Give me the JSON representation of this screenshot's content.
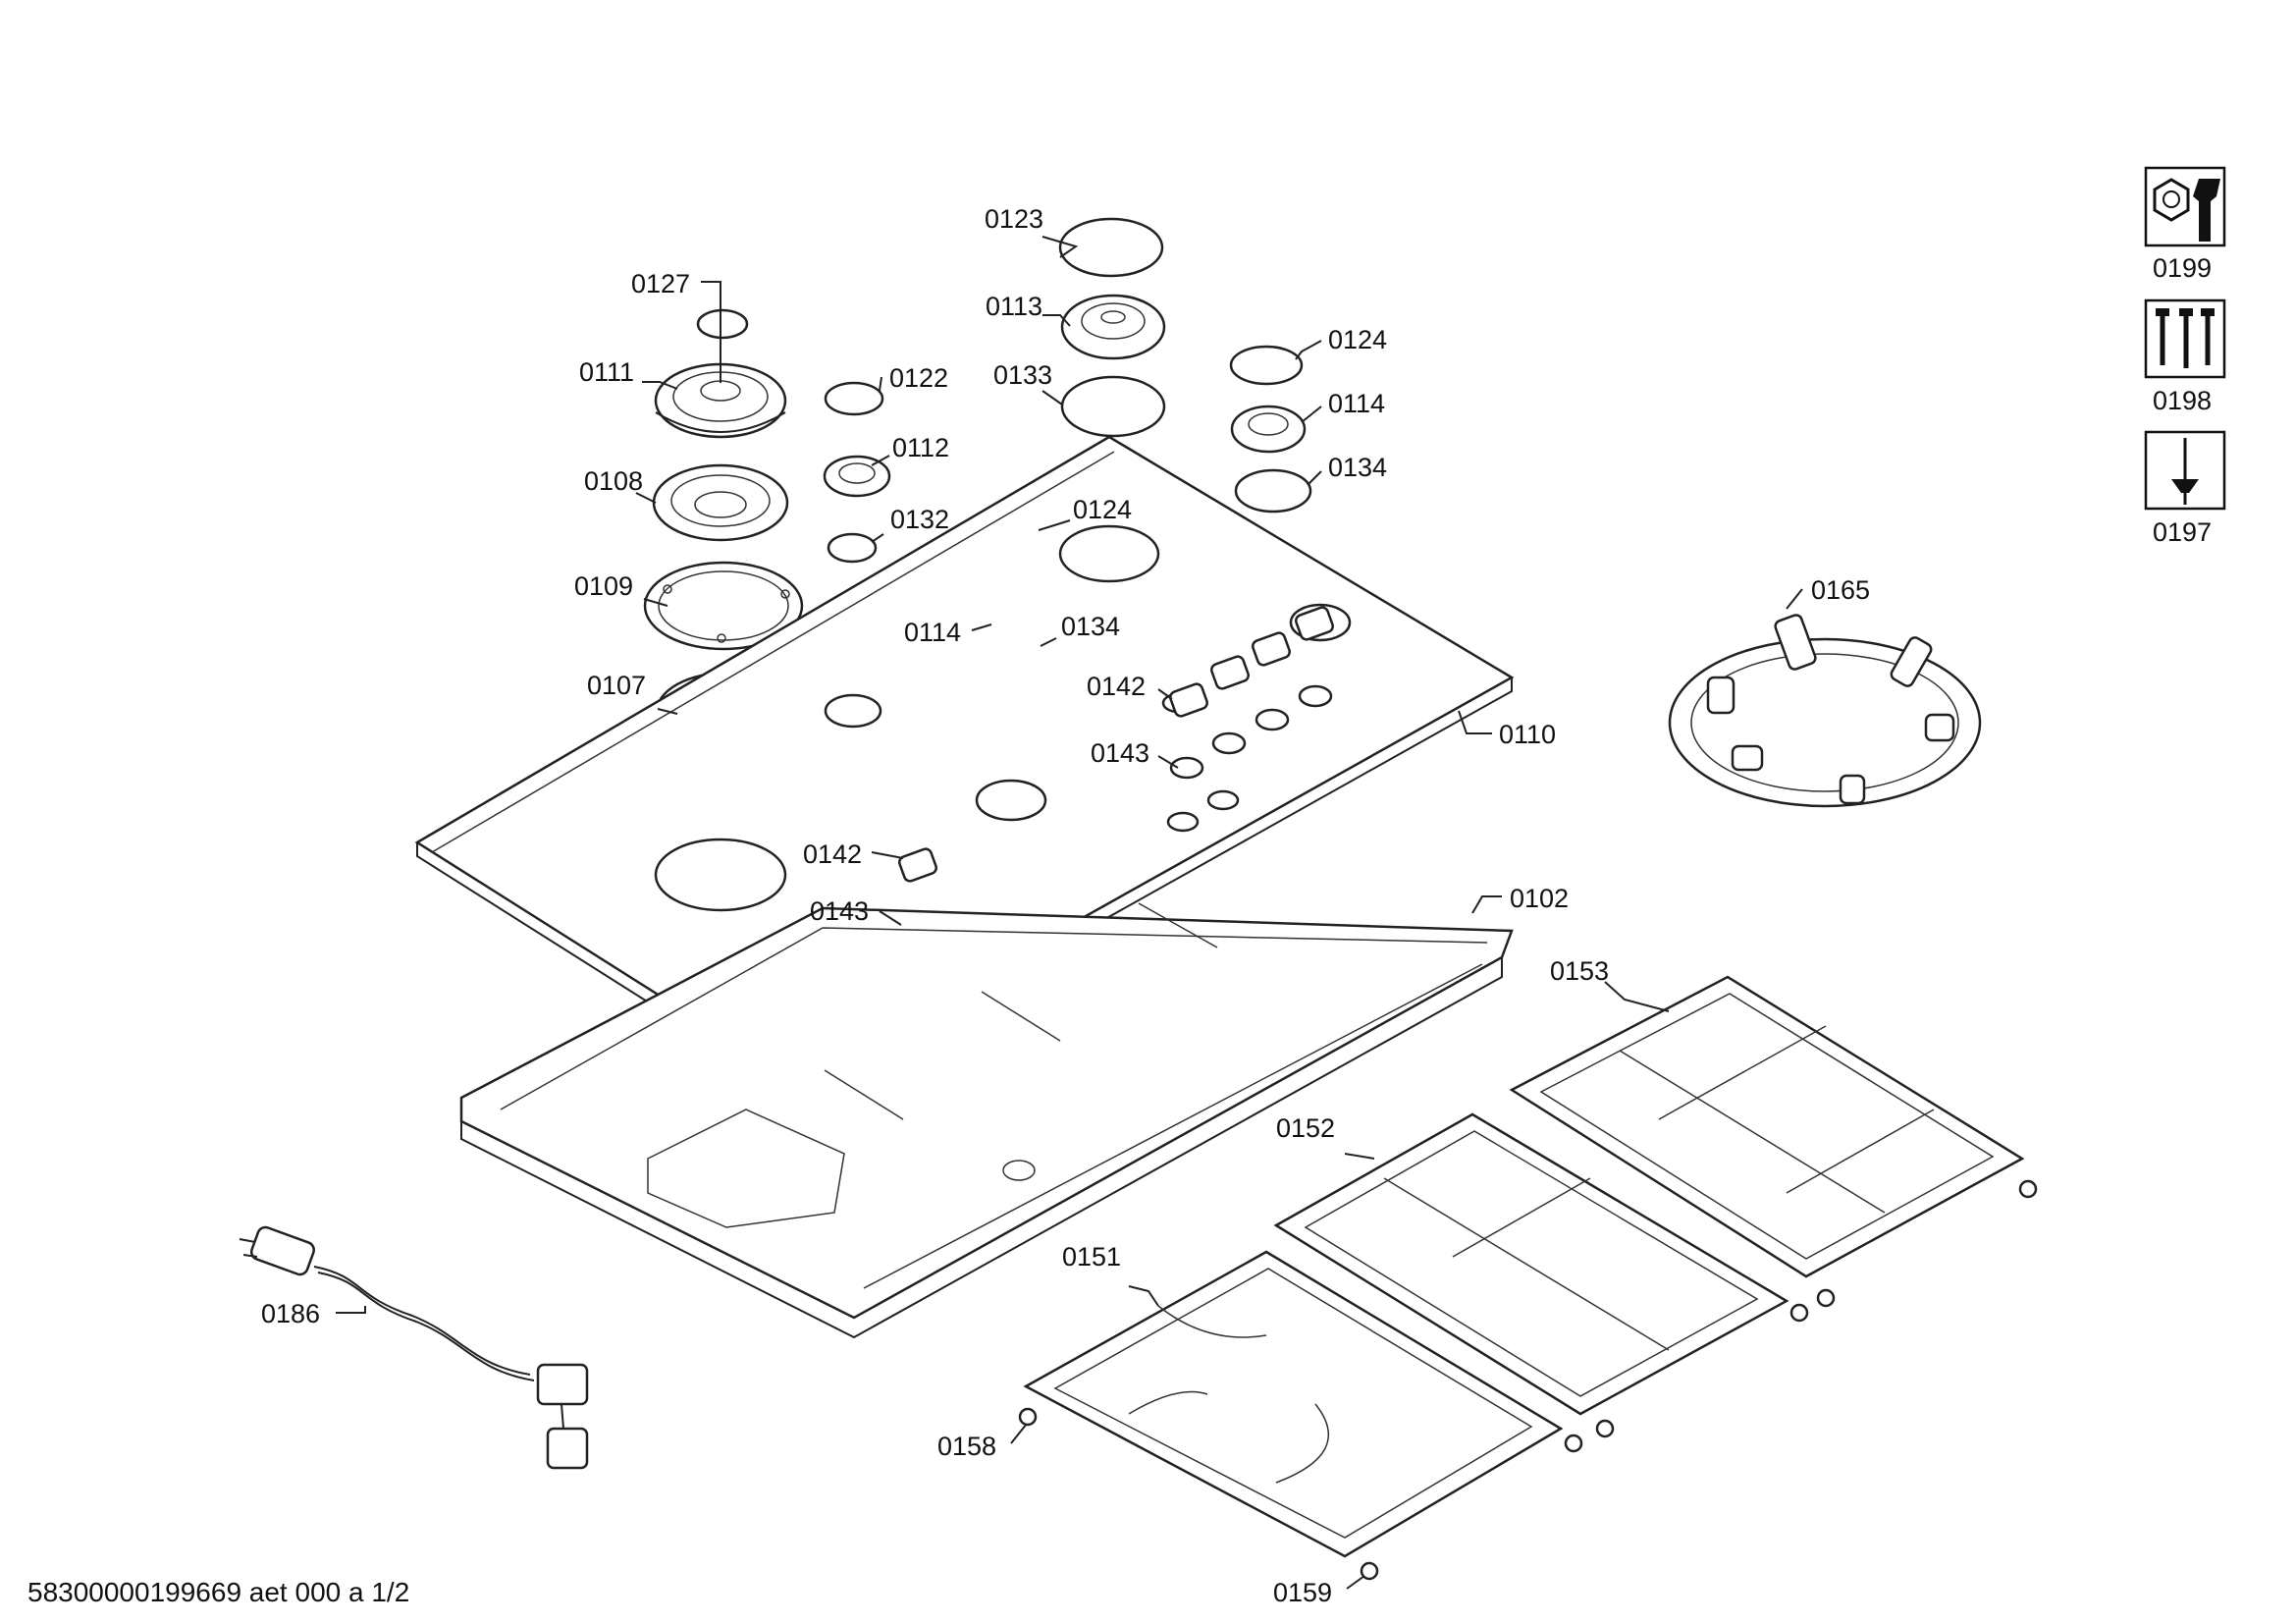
{
  "callouts": [
    {
      "id": "p0123",
      "label": "0123"
    },
    {
      "id": "p0127",
      "label": "0127"
    },
    {
      "id": "p0113",
      "label": "0113"
    },
    {
      "id": "p0124a",
      "label": "0124"
    },
    {
      "id": "p0111",
      "label": "0111"
    },
    {
      "id": "p0122",
      "label": "0122"
    },
    {
      "id": "p0133",
      "label": "0133"
    },
    {
      "id": "p0114a",
      "label": "0114"
    },
    {
      "id": "p0112",
      "label": "0112"
    },
    {
      "id": "p0108",
      "label": "0108"
    },
    {
      "id": "p0134a",
      "label": "0134"
    },
    {
      "id": "p0132",
      "label": "0132"
    },
    {
      "id": "p0124b",
      "label": "0124"
    },
    {
      "id": "p0109",
      "label": "0109"
    },
    {
      "id": "p0114b",
      "label": "0114"
    },
    {
      "id": "p0134b",
      "label": "0134"
    },
    {
      "id": "p0165",
      "label": "0165"
    },
    {
      "id": "p0107",
      "label": "0107"
    },
    {
      "id": "p0142a",
      "label": "0142"
    },
    {
      "id": "p0110",
      "label": "0110"
    },
    {
      "id": "p0143a",
      "label": "0143"
    },
    {
      "id": "p0142b",
      "label": "0142"
    },
    {
      "id": "p0143b",
      "label": "0143"
    },
    {
      "id": "p0102",
      "label": "0102"
    },
    {
      "id": "p0153",
      "label": "0153"
    },
    {
      "id": "p0152",
      "label": "0152"
    },
    {
      "id": "p0151",
      "label": "0151"
    },
    {
      "id": "p0186",
      "label": "0186"
    },
    {
      "id": "p0158",
      "label": "0158"
    },
    {
      "id": "p0159",
      "label": "0159"
    }
  ],
  "legend": [
    {
      "icon": "wrench-nut-icon",
      "label": "0199"
    },
    {
      "icon": "screws-icon",
      "label": "0198"
    },
    {
      "icon": "screwdriver-icon",
      "label": "0197"
    }
  ],
  "footer": {
    "document_id": "58300000199669 aet 000 a 1/2"
  }
}
